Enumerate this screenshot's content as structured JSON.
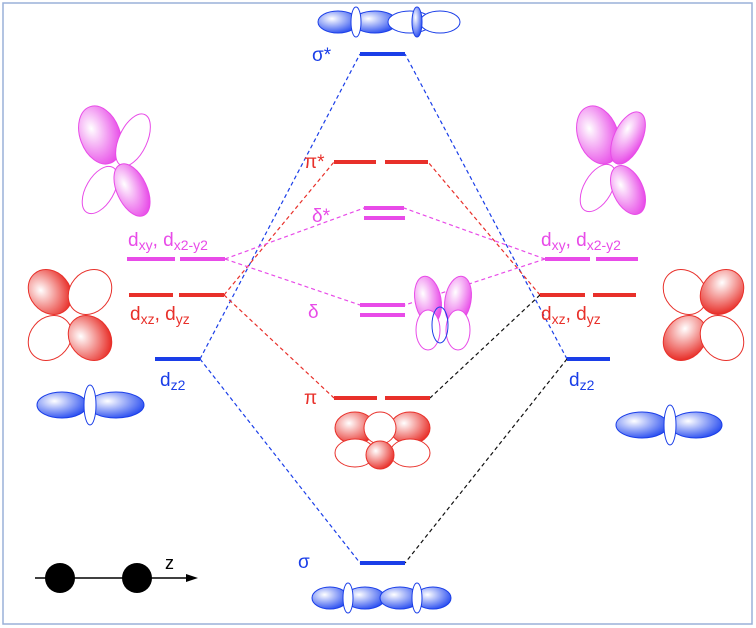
{
  "colors": {
    "sigma": "#1a3ee8",
    "pi": "#e8302a",
    "delta": "#e84be8",
    "link": "#111111",
    "frame": "#9ab0d8"
  },
  "mo_labels": {
    "sigma_star": "σ*",
    "pi_star": "π*",
    "delta_star": "δ*",
    "delta": "δ",
    "pi": "π",
    "sigma": "σ"
  },
  "ao_labels": {
    "left": {
      "dxy": {
        "d": "d",
        "sub": "xy",
        "sep": ", "
      },
      "dx2y2": {
        "d": "d",
        "sub": "x2-y2"
      },
      "dxz": {
        "d": "d",
        "sub": "xz",
        "sep": ", "
      },
      "dyz": {
        "d": "d",
        "sub": "yz"
      },
      "dz2": {
        "d": "d",
        "sub": "z2"
      }
    },
    "right": {
      "dxy": {
        "d": "d",
        "sub": "xy",
        "sep": ", "
      },
      "dx2y2": {
        "d": "d",
        "sub": "x2-y2"
      },
      "dxz": {
        "d": "d",
        "sub": "xz",
        "sep": ", "
      },
      "dyz": {
        "d": "d",
        "sub": "yz"
      },
      "dz2": {
        "d": "d",
        "sub": "z2"
      }
    }
  },
  "axis": {
    "label": "z"
  }
}
